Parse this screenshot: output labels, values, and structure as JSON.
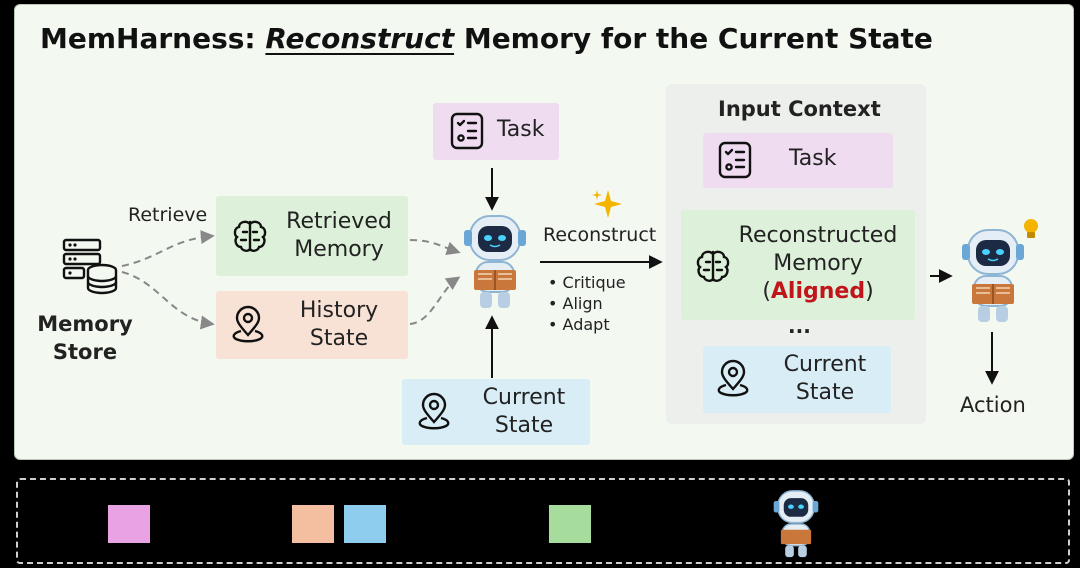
{
  "title": {
    "prefix": "MemHarness: ",
    "emph": "Reconstruct",
    "suffix": " Memory for the Current State"
  },
  "memory_store": {
    "line1": "Memory",
    "line2": "Store"
  },
  "retrieve_label": "Retrieve",
  "retrieved_memory": {
    "line1": "Retrieved",
    "line2": "Memory"
  },
  "history_state": {
    "line1": "History",
    "line2": "State"
  },
  "task": "Task",
  "current_state": {
    "line1": "Current",
    "line2": "State"
  },
  "reconstruct_label": "Reconstruct",
  "steps": [
    "Critique",
    "Align",
    "Adapt"
  ],
  "input_context": {
    "title": "Input Context",
    "task": "Task",
    "reconstructed": {
      "line1": "Reconstructed",
      "line2": "Memory",
      "paren_open": "(",
      "aligned": "Aligned",
      "paren_close": ")"
    },
    "ellipsis": "...",
    "current_state": {
      "line1": "Current",
      "line2": "State"
    }
  },
  "action_label": "Action",
  "colors": {
    "task": "#f0dcf1",
    "memory": "#ddf0d9",
    "history": "#f8e2d6",
    "state": "#d9edf7",
    "aligned": "#c0161b"
  },
  "legend_swatches": [
    "#e9a3e4",
    "#f4bfa1",
    "#8fcdee",
    "#a6dc9c"
  ],
  "icons": [
    "server-database-icon",
    "brain-icon",
    "location-pin-icon",
    "checklist-icon",
    "robot-reading-icon",
    "sparkles-icon",
    "lightbulb-icon"
  ]
}
